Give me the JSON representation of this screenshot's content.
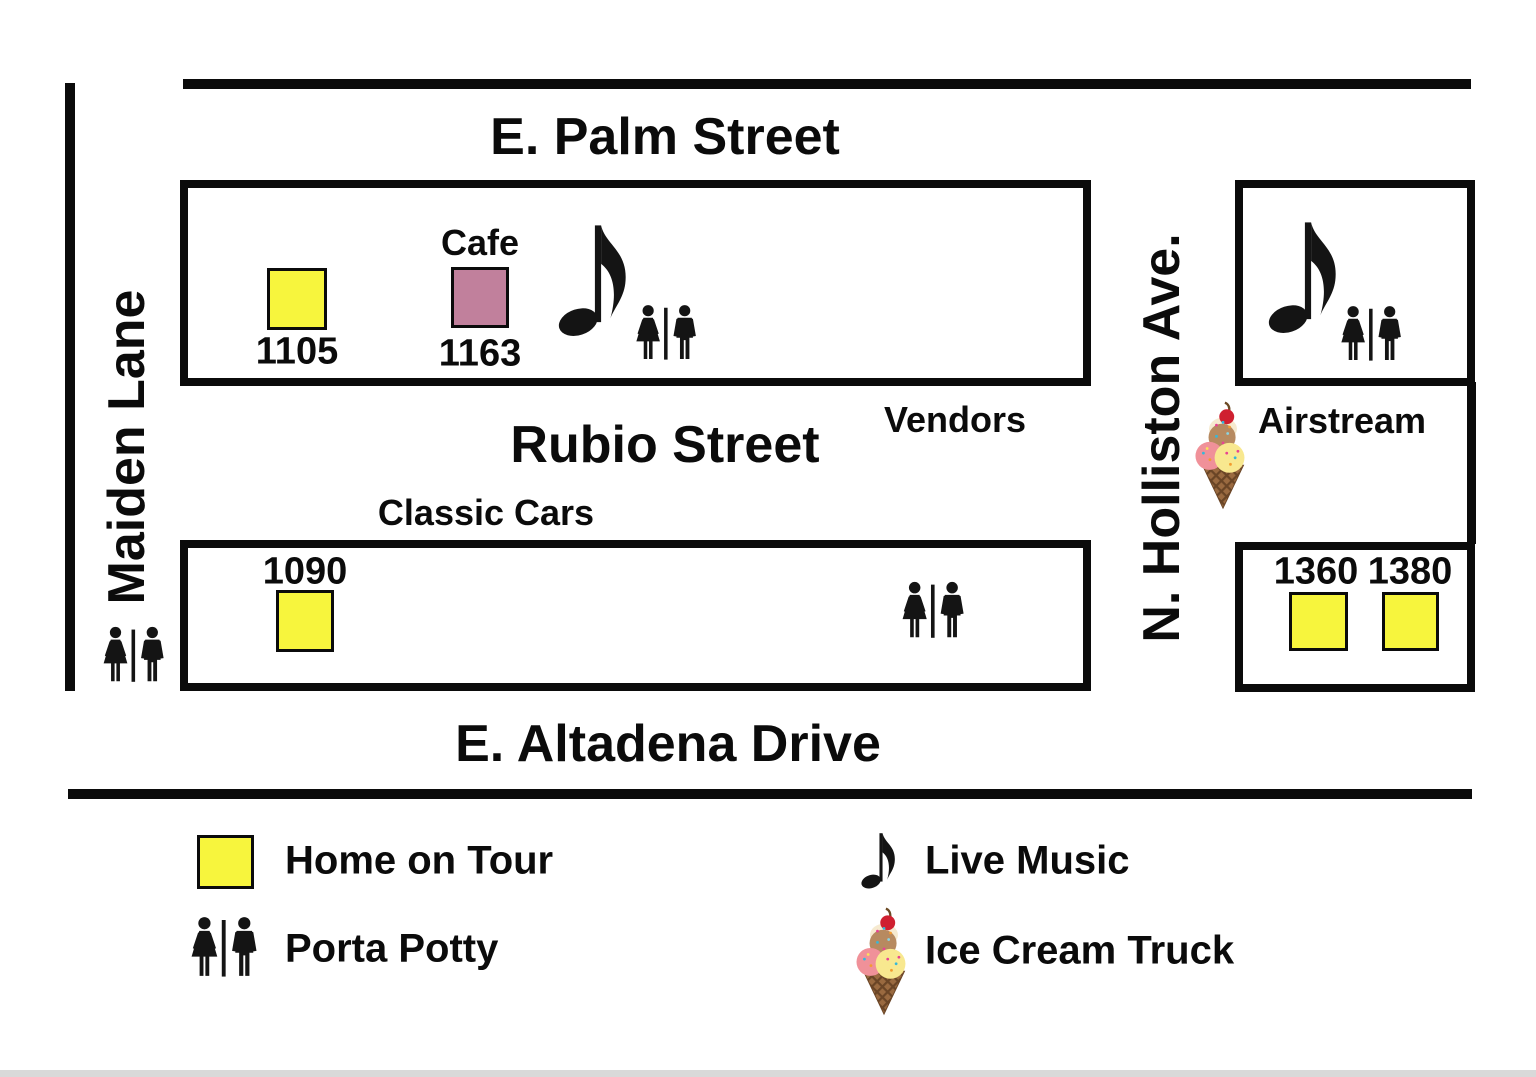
{
  "map": {
    "streets": {
      "palm": {
        "label": "E. Palm Street"
      },
      "rubio": {
        "label": "Rubio Street"
      },
      "altadena": {
        "label": "E. Altadena Drive"
      },
      "maiden": {
        "label": "Maiden Lane"
      },
      "holliston": {
        "label": "N. Holliston Ave."
      }
    },
    "areas": {
      "vendors": {
        "label": "Vendors"
      },
      "classic_cars": {
        "label": "Classic Cars"
      },
      "airstream": {
        "label": "Airstream"
      }
    },
    "homes": [
      {
        "number": "1105",
        "type": "home-on-tour"
      },
      {
        "number": "1163",
        "label": "Cafe",
        "type": "cafe"
      },
      {
        "number": "1090",
        "type": "home-on-tour"
      },
      {
        "number": "1360",
        "type": "home-on-tour"
      },
      {
        "number": "1380",
        "type": "home-on-tour"
      }
    ],
    "markers": {
      "porta_potty_locations": [
        "upper-left-block",
        "upper-right-block",
        "lower-left-block",
        "maiden-lane-south"
      ],
      "live_music_locations": [
        "upper-left-block",
        "upper-right-block"
      ],
      "ice_cream_truck_location": "n-holliston-by-airstream"
    }
  },
  "legend": {
    "items": [
      {
        "icon": "home-square-swatch",
        "label": "Home on Tour"
      },
      {
        "icon": "porta-potty-icon",
        "label": "Porta Potty"
      },
      {
        "icon": "music-note-icon",
        "label": "Live Music"
      },
      {
        "icon": "ice-cream-icon",
        "label": "Ice Cream Truck"
      }
    ]
  },
  "colors": {
    "home_square": "#F7F53D",
    "cafe_square": "#C1809C",
    "ink": "#0B0B0B"
  }
}
